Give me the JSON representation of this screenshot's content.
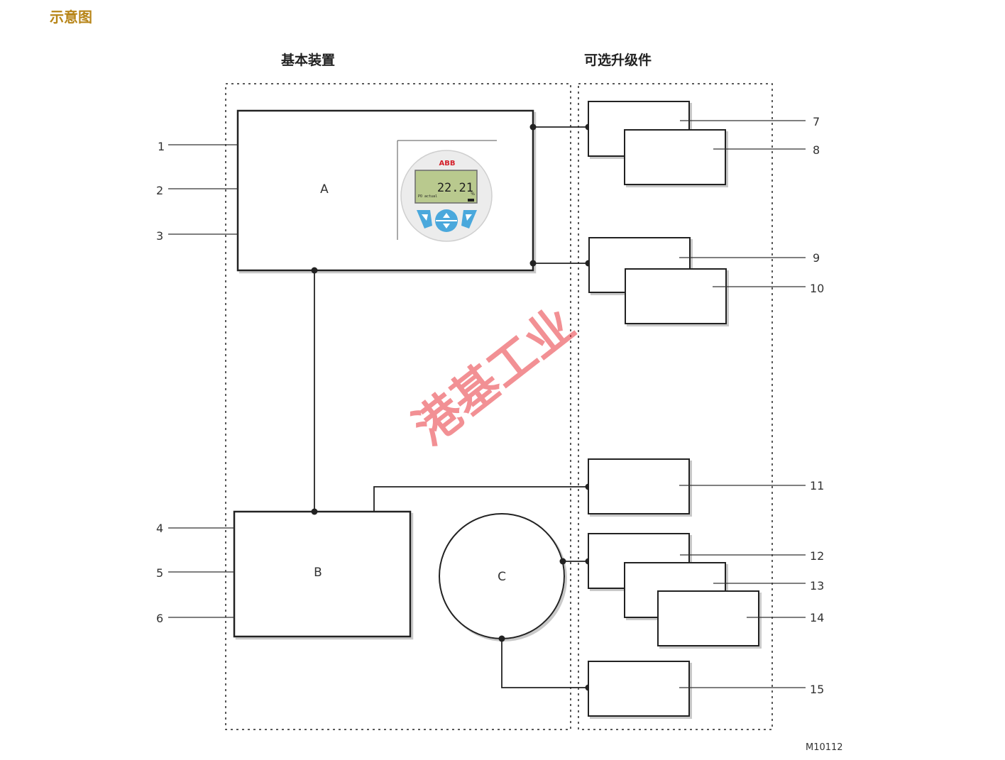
{
  "page_title": "示意图",
  "section_basic": "基本装置",
  "section_optional": "可选升级件",
  "watermark": "港基工业",
  "doc_code": "M10112",
  "units": {
    "a": {
      "label": "A"
    },
    "b": {
      "label": "B"
    },
    "c": {
      "label": "C"
    }
  },
  "display": {
    "brand": "ABB",
    "reading": "22.21",
    "unit": "%",
    "sub_label": "PO actual"
  },
  "callouts": [
    "1",
    "2",
    "3",
    "4",
    "5",
    "6",
    "7",
    "8",
    "9",
    "10",
    "11",
    "12",
    "13",
    "14",
    "15"
  ],
  "colors": {
    "title": "#b8861a",
    "watermark": "#e8343c",
    "lcd": "#b9c98e",
    "keypad": "#4aa8dc"
  }
}
